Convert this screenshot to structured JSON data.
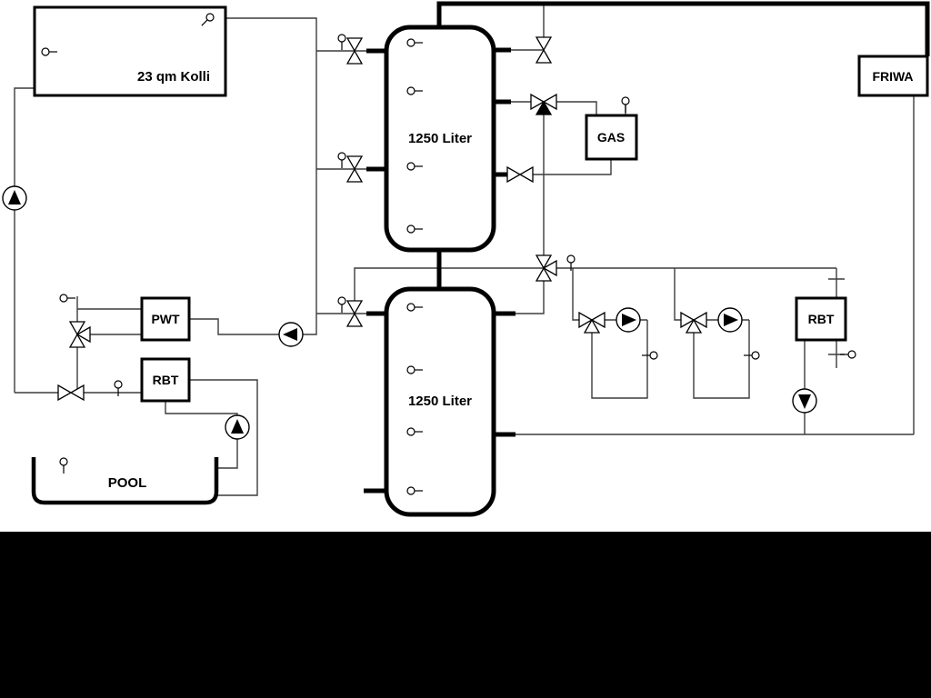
{
  "colors": {
    "background": "#ffffff",
    "pipe": "#3c3c3c",
    "pipe_thick": "#000000",
    "bottom_band": "#000000",
    "component_fill": "#ffffff",
    "symbol_solid": "#000000"
  },
  "labels": {
    "collector": "23 qm Kolli",
    "tank_top": "1250 Liter",
    "tank_bottom": "1250 Liter",
    "gas": "GAS",
    "friwa": "FRIWA",
    "pwt": "PWT",
    "rbt_left": "RBT",
    "rbt_right": "RBT",
    "pool": "POOL"
  },
  "components": {
    "tanks": [
      "buffer-tank-top",
      "buffer-tank-bottom"
    ],
    "pumps": [
      {
        "id": "solar-pump",
        "direction": "up"
      },
      {
        "id": "charge-pump",
        "direction": "left"
      },
      {
        "id": "pool-pump",
        "direction": "up"
      },
      {
        "id": "heating-circuit-1-pump",
        "direction": "right"
      },
      {
        "id": "heating-circuit-2-pump",
        "direction": "right"
      },
      {
        "id": "rbt-pump",
        "direction": "down"
      }
    ],
    "valves": [
      "tank-top-charge-valve",
      "tank-mid-charge-valve",
      "tank-lower-charge-valve",
      "dhw-top-valve",
      "gas-supply-3way-valve",
      "gas-return-valve",
      "distribution-3way-valve",
      "pwt-3way-valve",
      "pool-return-valve",
      "heating-circuit-1-mixer",
      "heating-circuit-2-mixer"
    ],
    "sensor_count": 21
  }
}
